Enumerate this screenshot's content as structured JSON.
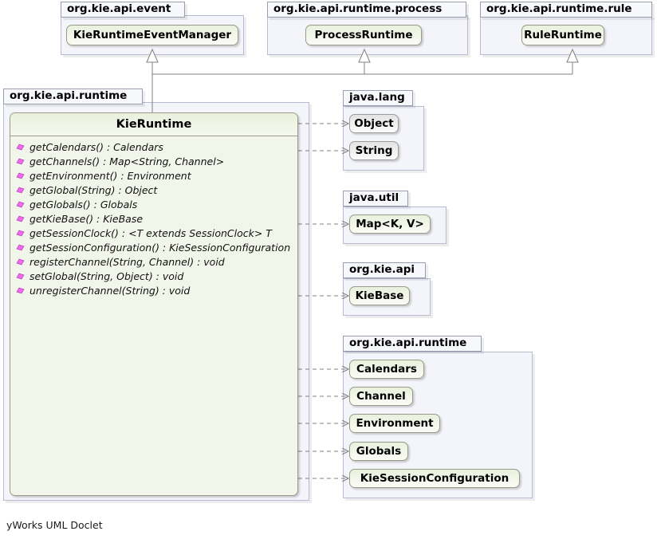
{
  "diagram": {
    "kind": "uml-class-diagram",
    "footer": "yWorks UML Doclet",
    "colors": {
      "background": "#ffffff",
      "package_fill": "#f4f5fb",
      "package_border": "#b9bcd0",
      "package_tab_fill": "#f7f8fc",
      "class_fill_green": "#f2f6ea",
      "class_border": "#9a9a86",
      "external_fill_grey": "#eeeeee",
      "method_icon": "#ef6fef",
      "edge_line": "#808080"
    }
  },
  "packages": {
    "event": {
      "label": "org.kie.api.event"
    },
    "process": {
      "label": "org.kie.api.runtime.process"
    },
    "rule": {
      "label": "org.kie.api.runtime.rule"
    },
    "runtime_left": {
      "label": "org.kie.api.runtime"
    },
    "java_lang": {
      "label": "java.lang"
    },
    "java_util": {
      "label": "java.util"
    },
    "kie_api": {
      "label": "org.kie.api"
    },
    "runtime_right": {
      "label": "org.kie.api.runtime"
    }
  },
  "supertypes": [
    {
      "name": "KieRuntimeEventManager",
      "package": "org.kie.api.event"
    },
    {
      "name": "ProcessRuntime",
      "package": "org.kie.api.runtime.process"
    },
    {
      "name": "RuleRuntime",
      "package": "org.kie.api.runtime.rule"
    }
  ],
  "main_class": {
    "name": "KieRuntime",
    "package": "org.kie.api.runtime",
    "stereotype": "interface",
    "methods": [
      {
        "icon": "method-icon",
        "signature": "getCalendars() : Calendars"
      },
      {
        "icon": "method-icon",
        "signature": "getChannels() : Map<String, Channel>"
      },
      {
        "icon": "method-icon",
        "signature": "getEnvironment() : Environment"
      },
      {
        "icon": "method-icon",
        "signature": "getGlobal(String) : Object"
      },
      {
        "icon": "method-icon",
        "signature": "getGlobals() : Globals"
      },
      {
        "icon": "method-icon",
        "signature": "getKieBase() : KieBase"
      },
      {
        "icon": "method-icon",
        "signature": "getSessionClock() : <T extends SessionClock> T"
      },
      {
        "icon": "method-icon",
        "signature": "getSessionConfiguration() : KieSessionConfiguration"
      },
      {
        "icon": "method-icon",
        "signature": "registerChannel(String, Channel) : void"
      },
      {
        "icon": "method-icon",
        "signature": "setGlobal(String, Object) : void"
      },
      {
        "icon": "method-icon",
        "signature": "unregisterChannel(String) : void"
      }
    ]
  },
  "dependencies": {
    "java_lang": [
      {
        "name": "Object",
        "style": "external"
      },
      {
        "name": "String",
        "style": "external"
      }
    ],
    "java_util": [
      {
        "name": "Map<K, V>",
        "style": "interface"
      }
    ],
    "kie_api": [
      {
        "name": "KieBase",
        "style": "interface"
      }
    ],
    "runtime_right": [
      {
        "name": "Calendars",
        "style": "interface"
      },
      {
        "name": "Channel",
        "style": "interface"
      },
      {
        "name": "Environment",
        "style": "interface"
      },
      {
        "name": "Globals",
        "style": "interface"
      },
      {
        "name": "KieSessionConfiguration",
        "style": "interface"
      }
    ]
  }
}
